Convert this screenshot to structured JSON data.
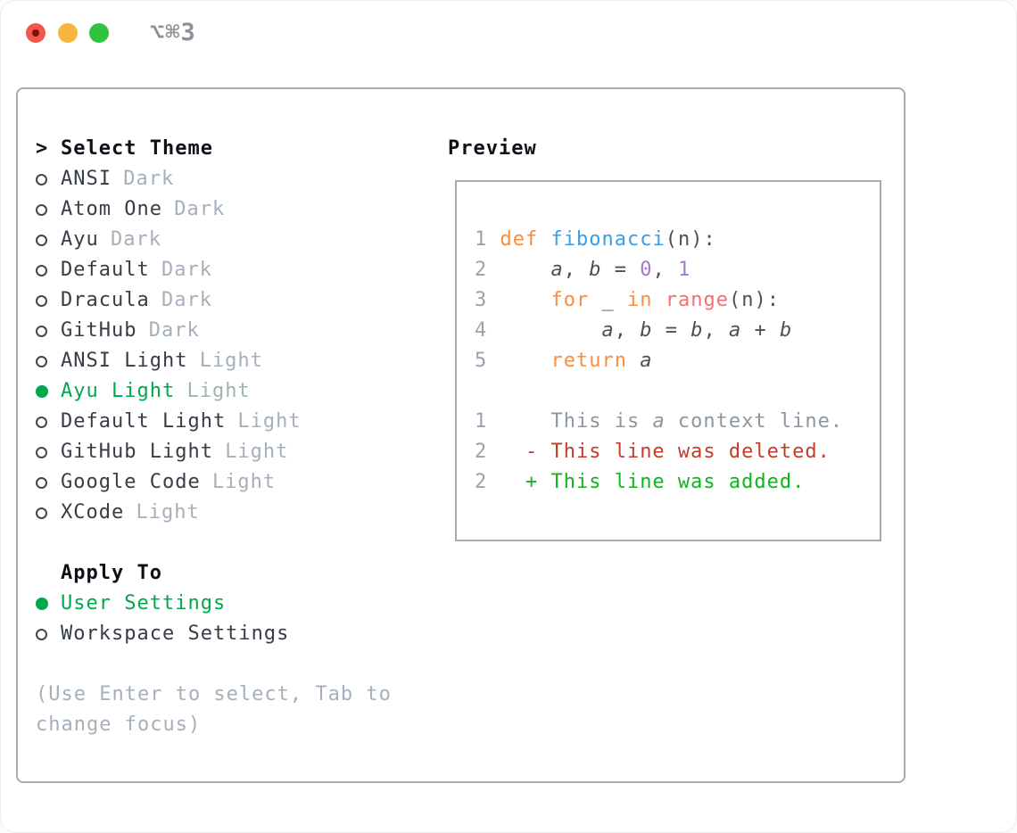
{
  "window": {
    "title": "⌥⌘3"
  },
  "colors": {
    "traffic-red": "#f4564e",
    "traffic-red-dot": "#7d100b",
    "traffic-yellow": "#f8b63e",
    "traffic-green": "#30c341",
    "title-gray": "#8c9299",
    "heading": "#0d1117",
    "name": "#363d46",
    "tag": "#a6b0bb",
    "tag-selected": "#9fb5ab",
    "hint": "#a6b0bb",
    "border": "#a3abb5",
    "green": "#00a84b",
    "bullet": "#40474f",
    "ln": "#9aa3ad",
    "fg": "#4a5158",
    "kw": "#fa8d3e",
    "fn": "#399ee6",
    "num": "#a37acc",
    "coral": "#f07171",
    "ctx": "#8e969e",
    "del": "#c43b2a",
    "add": "#0fb41e"
  },
  "theme_section": {
    "prompt": ">",
    "title": "Select Theme",
    "items": [
      {
        "label": "ANSI",
        "variant": "Dark",
        "selected": false
      },
      {
        "label": "Atom One",
        "variant": "Dark",
        "selected": false
      },
      {
        "label": "Ayu",
        "variant": "Dark",
        "selected": false
      },
      {
        "label": "Default",
        "variant": "Dark",
        "selected": false
      },
      {
        "label": "Dracula",
        "variant": "Dark",
        "selected": false
      },
      {
        "label": "GitHub",
        "variant": "Dark",
        "selected": false
      },
      {
        "label": "ANSI Light",
        "variant": "Light",
        "selected": false
      },
      {
        "label": "Ayu Light",
        "variant": "Light",
        "selected": true
      },
      {
        "label": "Default Light",
        "variant": "Light",
        "selected": false
      },
      {
        "label": "GitHub Light",
        "variant": "Light",
        "selected": false
      },
      {
        "label": "Google Code",
        "variant": "Light",
        "selected": false
      },
      {
        "label": "XCode",
        "variant": "Light",
        "selected": false
      }
    ]
  },
  "apply_section": {
    "title": "Apply To",
    "options": [
      {
        "label": "User Settings",
        "selected": true
      },
      {
        "label": "Workspace Settings",
        "selected": false
      }
    ]
  },
  "hint": "(Use Enter to select, Tab to change focus)",
  "preview": {
    "title": "Preview",
    "lines": [
      [
        [
          "ln",
          "1 "
        ],
        [
          "kw",
          "def"
        ],
        [
          "fg",
          " "
        ],
        [
          "fn",
          "fibonacci"
        ],
        [
          "fg",
          "(n):"
        ]
      ],
      [
        [
          "ln",
          "2 "
        ],
        [
          "fg",
          "    "
        ],
        [
          "var",
          "a"
        ],
        [
          "fg",
          ", "
        ],
        [
          "var",
          "b"
        ],
        [
          "fg",
          " = "
        ],
        [
          "num",
          "0"
        ],
        [
          "fg",
          ", "
        ],
        [
          "num",
          "1"
        ]
      ],
      [
        [
          "ln",
          "3 "
        ],
        [
          "fg",
          "    "
        ],
        [
          "kw",
          "for"
        ],
        [
          "fg",
          " _ "
        ],
        [
          "kw",
          "in"
        ],
        [
          "fg",
          " "
        ],
        [
          "coral",
          "range"
        ],
        [
          "fg",
          "(n):"
        ]
      ],
      [
        [
          "ln",
          "4 "
        ],
        [
          "fg",
          "        "
        ],
        [
          "var",
          "a"
        ],
        [
          "fg",
          ", "
        ],
        [
          "var",
          "b"
        ],
        [
          "fg",
          " = "
        ],
        [
          "var",
          "b"
        ],
        [
          "fg",
          ", "
        ],
        [
          "var",
          "a"
        ],
        [
          "fg",
          " + "
        ],
        [
          "var",
          "b"
        ]
      ],
      [
        [
          "ln",
          "5 "
        ],
        [
          "fg",
          "    "
        ],
        [
          "kw",
          "return"
        ],
        [
          "fg",
          " "
        ],
        [
          "var",
          "a"
        ]
      ],
      [],
      [
        [
          "ln",
          "1"
        ],
        [
          "ctx",
          "     This is "
        ],
        [
          "ctxvar",
          "a"
        ],
        [
          "ctx",
          " context line."
        ]
      ],
      [
        [
          "ln",
          "2"
        ],
        [
          "del",
          "   - This line was deleted."
        ]
      ],
      [
        [
          "ln",
          "2"
        ],
        [
          "add",
          "   + This line was added."
        ]
      ]
    ]
  }
}
